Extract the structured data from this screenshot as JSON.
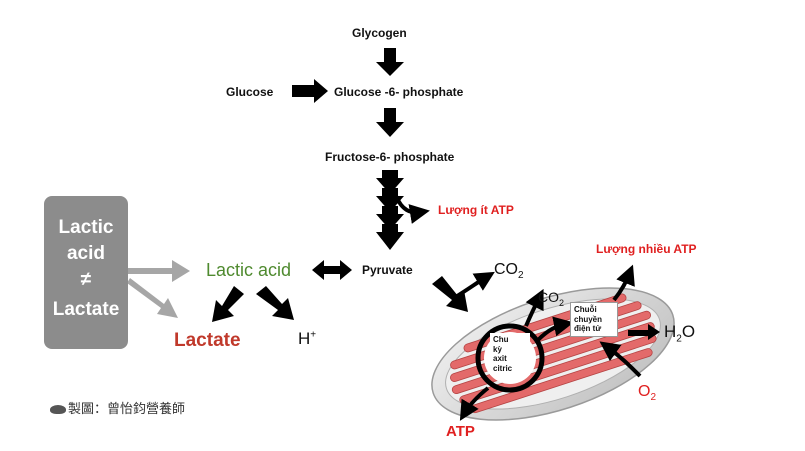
{
  "nodes": {
    "glycogen": "Glycogen",
    "glucose": "Glucose",
    "g6p": "Glucose -6- phosphate",
    "f6p": "Fructose-6- phosphate",
    "pyruvate": "Pyruvate",
    "lactic_acid": "Lactic acid",
    "lactate": "Lactate",
    "h_plus": "H",
    "h_plus_sup": "+",
    "co2_top": "CO",
    "co2_top_sub": "2",
    "co2_mito": "CO",
    "co2_mito_sub": "2",
    "h2o_h": "H",
    "h2o_sub": "2",
    "h2o_o": "O",
    "o2": "O",
    "o2_sub": "2",
    "atp_bottom": "ATP"
  },
  "annotations": {
    "low_atp": "Lượng ít ATP",
    "high_atp": "Lượng nhiều ATP"
  },
  "side_box": {
    "line1": "Lactic",
    "line2": "acid",
    "line3": "≠",
    "line4": "Lactate"
  },
  "mitochondria": {
    "krebs_line1": "Chu",
    "krebs_line2": "kỳ",
    "krebs_line3": "axit",
    "krebs_line4": "citric",
    "etc_line1": "Chuỗi",
    "etc_line2": "chuyền",
    "etc_line3": "điện tử"
  },
  "credit": "製圖：曾怡鈞營養師",
  "colors": {
    "lactic_green": "#4f8a2f",
    "atp_red": "#e02020",
    "lactate_red": "#c0392b",
    "box_gray": "#8c8c8c",
    "arrow_black": "#000000",
    "arrow_gray": "#a6a6a6",
    "mito_red": "#e36a6a"
  }
}
